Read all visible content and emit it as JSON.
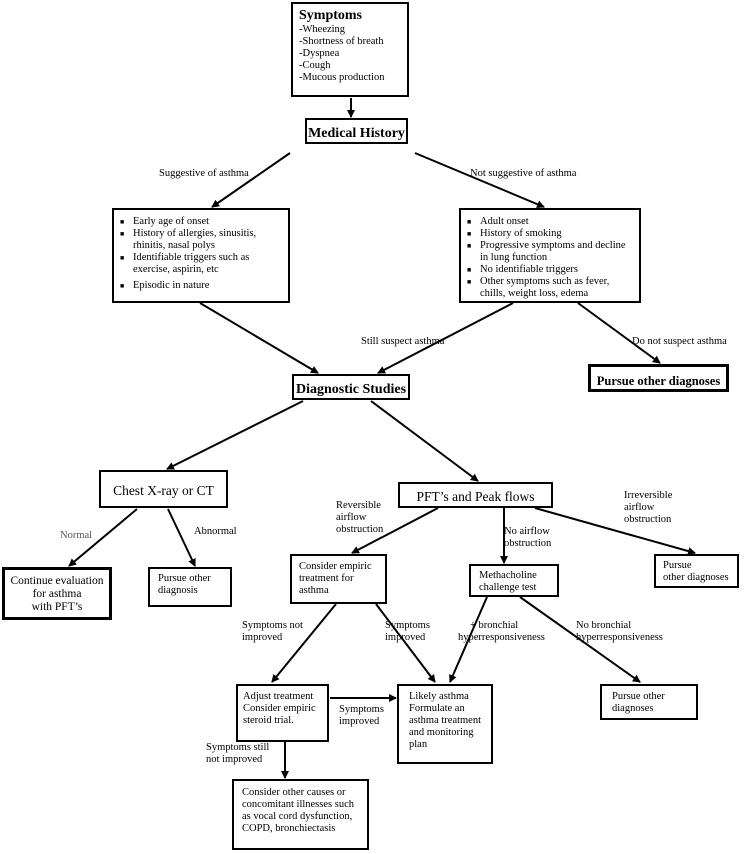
{
  "symptoms": {
    "title": "Symptoms",
    "items": [
      "-Wheezing",
      "-Shortness of breath",
      "-Dyspnea",
      "-Cough",
      "-Mucous production"
    ]
  },
  "medical_history": "Medical History",
  "labels": {
    "suggestive": "Suggestive of asthma",
    "not_suggestive": "Not suggestive of asthma",
    "still_suspect": "Still suspect asthma",
    "do_not_suspect": "Do not suspect asthma",
    "normal": "Normal",
    "abnormal": "Abnormal",
    "reversible": [
      "Reversible",
      "airflow",
      "obstruction"
    ],
    "no_airflow": [
      "No airflow",
      "obstruction"
    ],
    "irreversible": [
      "Irreversible",
      "airflow",
      "obstruction"
    ],
    "symptoms_not_improved": [
      "Symptoms not",
      "improved"
    ],
    "symptoms_improved_1": [
      "Symptoms",
      "improved"
    ],
    "plus_bronchial": [
      "+ bronchial",
      "hyperresponsiveness"
    ],
    "no_bronchial": [
      "No bronchial",
      "hyperresponsiveness"
    ],
    "symptoms_improved_2": [
      "Symptoms",
      "improved"
    ],
    "symptoms_still_not": [
      "Symptoms still",
      "not improved"
    ]
  },
  "suggestive_box": [
    "Early age of onset",
    "History of allergies, sinusitis, rhinitis, nasal polys",
    "Identifiable triggers such as exercise, aspirin, etc",
    "Episodic in nature"
  ],
  "not_suggestive_box": [
    "Adult onset",
    "History of smoking",
    "Progressive symptoms and decline in lung function",
    "No identifiable triggers",
    "Other symptoms such as fever, chills, weight loss, edema"
  ],
  "pursue_other_diagnoses_main": "Pursue other diagnoses",
  "diagnostic_studies": "Diagnostic Studies",
  "chest_xray": "Chest X-ray or CT",
  "pft": "PFT’s and Peak flows",
  "continue_eval": [
    "Continue evaluation",
    "for asthma",
    "with PFT’s"
  ],
  "pursue_other_diagnosis": [
    "Pursue other",
    "diagnosis"
  ],
  "consider_empiric": [
    "Consider empiric",
    "treatment for",
    "asthma"
  ],
  "methacholine": [
    "Methacholine",
    "challenge test"
  ],
  "pursue_other_diagnoses_right": [
    "Pursue",
    "other diagnoses"
  ],
  "adjust_treatment": [
    "Adjust treatment",
    "Consider empiric",
    "steroid trial."
  ],
  "likely_asthma": [
    "Likely asthma",
    "Formulate an",
    "asthma treatment",
    "and monitoring",
    "plan"
  ],
  "pursue_other_diagnoses_lower": [
    "Pursue other",
    "diagnoses"
  ],
  "consider_other": [
    "Consider other causes or",
    "concomitant illnesses such",
    "as vocal cord dysfunction,",
    "COPD, bronchiectasis"
  ]
}
